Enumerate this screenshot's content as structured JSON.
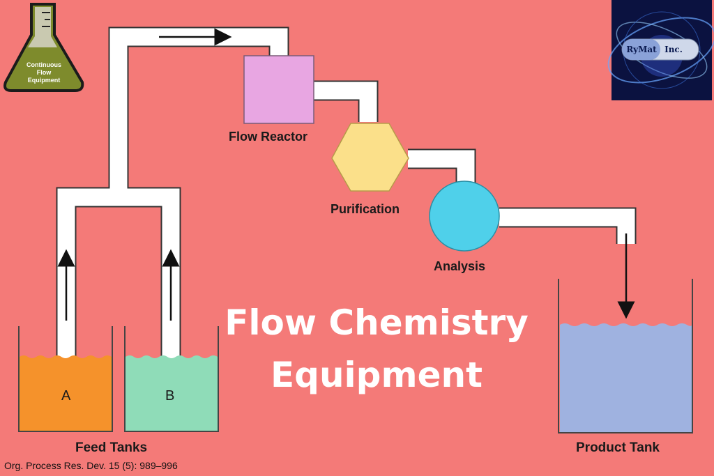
{
  "title": {
    "line1": "Flow Chemistry",
    "line2": "Equipment"
  },
  "logo_left": {
    "line1": "Continuous",
    "line2": "Flow",
    "line3": "Equipment"
  },
  "logo_right": {
    "left_text": "RyMat",
    "right_text": "Inc."
  },
  "labels": {
    "flow_reactor": "Flow Reactor",
    "purification": "Purification",
    "analysis": "Analysis",
    "feed_tanks": "Feed Tanks",
    "product_tank": "Product Tank",
    "tank_a": "A",
    "tank_b": "B"
  },
  "citation": "Org. Process Res. Dev. 15 (5): 989–996",
  "colors": {
    "background": "#f47a78",
    "pipe": "#ffffff",
    "reactor": "#e8a6e2",
    "purification": "#fbe08a",
    "analysis": "#4fd0ea",
    "tank_a": "#f5922b",
    "tank_b": "#8fdcb8",
    "product": "#9fb2e0"
  }
}
